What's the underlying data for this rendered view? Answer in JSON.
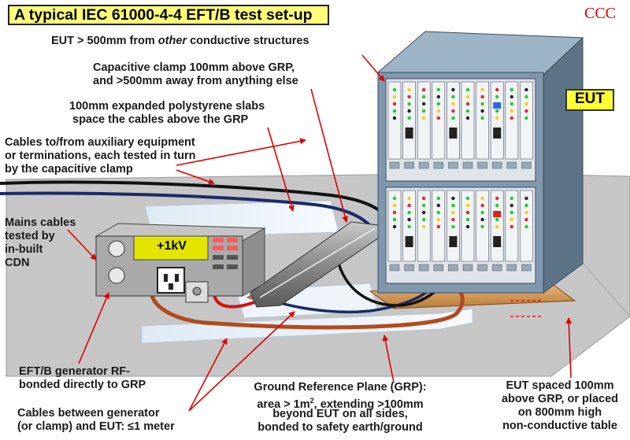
{
  "title": "A typical IEC 61000-4-4 EFT/B test set-up",
  "logo": "CCC",
  "eut_tag": "EUT",
  "generator_display": "+1kV",
  "labels": {
    "eut_distance": "EUT > 500mm from ",
    "eut_distance_em": "other",
    "eut_distance_end": " conductive structures",
    "clamp_line1": "Capacitive clamp 100mm above GRP,",
    "clamp_line2": "and >500mm away from anything else",
    "slabs_line1": "100mm expanded polystyrene slabs",
    "slabs_line2": "space the cables above the GRP",
    "aux_line1": "Cables to/from auxiliary equipment",
    "aux_line2": "or terminations, each tested in turn",
    "aux_line3": "by the capacitive clamp",
    "mains_line1": "Mains cables",
    "mains_line2": "tested by",
    "mains_line3": "in-built",
    "mains_line4": "CDN",
    "gen_line1": "EFT/B generator RF-",
    "gen_line2": "bonded directly to GRP",
    "cables_line1": "Cables between generator",
    "cables_line2": "(or clamp) and EUT: ≤1 meter",
    "grp_line1_a": "Ground Reference Plane (GRP):",
    "grp_line2_a": "area > 1m",
    "grp_line2_sup": "2",
    "grp_line2_b": ", extending >100mm",
    "grp_line3": "beyond EUT on all sides,",
    "grp_line4": "bonded to safety earth/ground",
    "spaced_line1": "EUT spaced 100mm",
    "spaced_line2": "above GRP, or placed",
    "spaced_line3": "on 800mm high",
    "spaced_line4": "non-conductive table"
  },
  "colors": {
    "title_bg": "#ffff7a",
    "eut_tag_bg": "#ffff33",
    "arrow": "#e00000",
    "grp": "#c6c6c6",
    "cabinet": "#7f98ae",
    "mains_cable": "#b14a1e",
    "signal_cable": "#1a2a66",
    "red_cable": "#d41010"
  }
}
